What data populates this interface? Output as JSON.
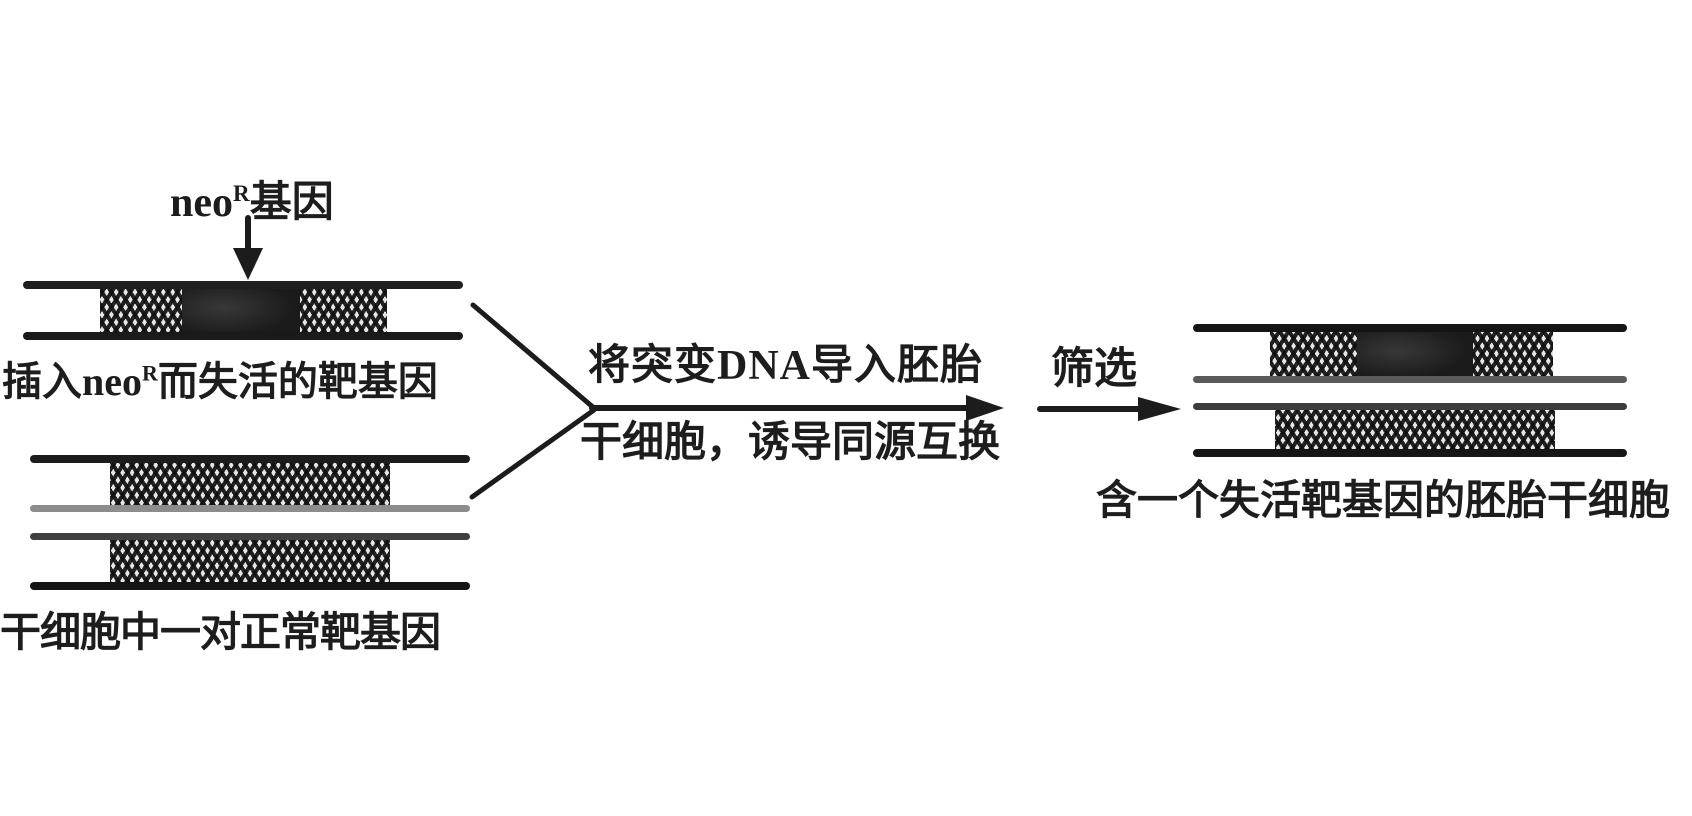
{
  "diagram": {
    "title_semantic": "gene-targeting-knockout-flow",
    "background_color": "#ffffff",
    "ink_color": "#1c1c1c",
    "hatch_light": "#e6e6e6",
    "insert_dark": "#1b1b1b",
    "labels": {
      "neo_gene": {
        "prefix": "neo",
        "sup": "R",
        "suffix": "基因"
      },
      "mutant_gene": {
        "prefix": "插入neo",
        "sup": "R",
        "suffix": "而失活的靶基因"
      },
      "normal_pair": "干细胞中一对正常靶基因",
      "process_top": "将突变DNA导入胚胎",
      "process_bottom": "干细胞，诱导同源互换",
      "screen": "筛选",
      "result": "含一个失活靶基因的胚胎干细胞"
    }
  }
}
